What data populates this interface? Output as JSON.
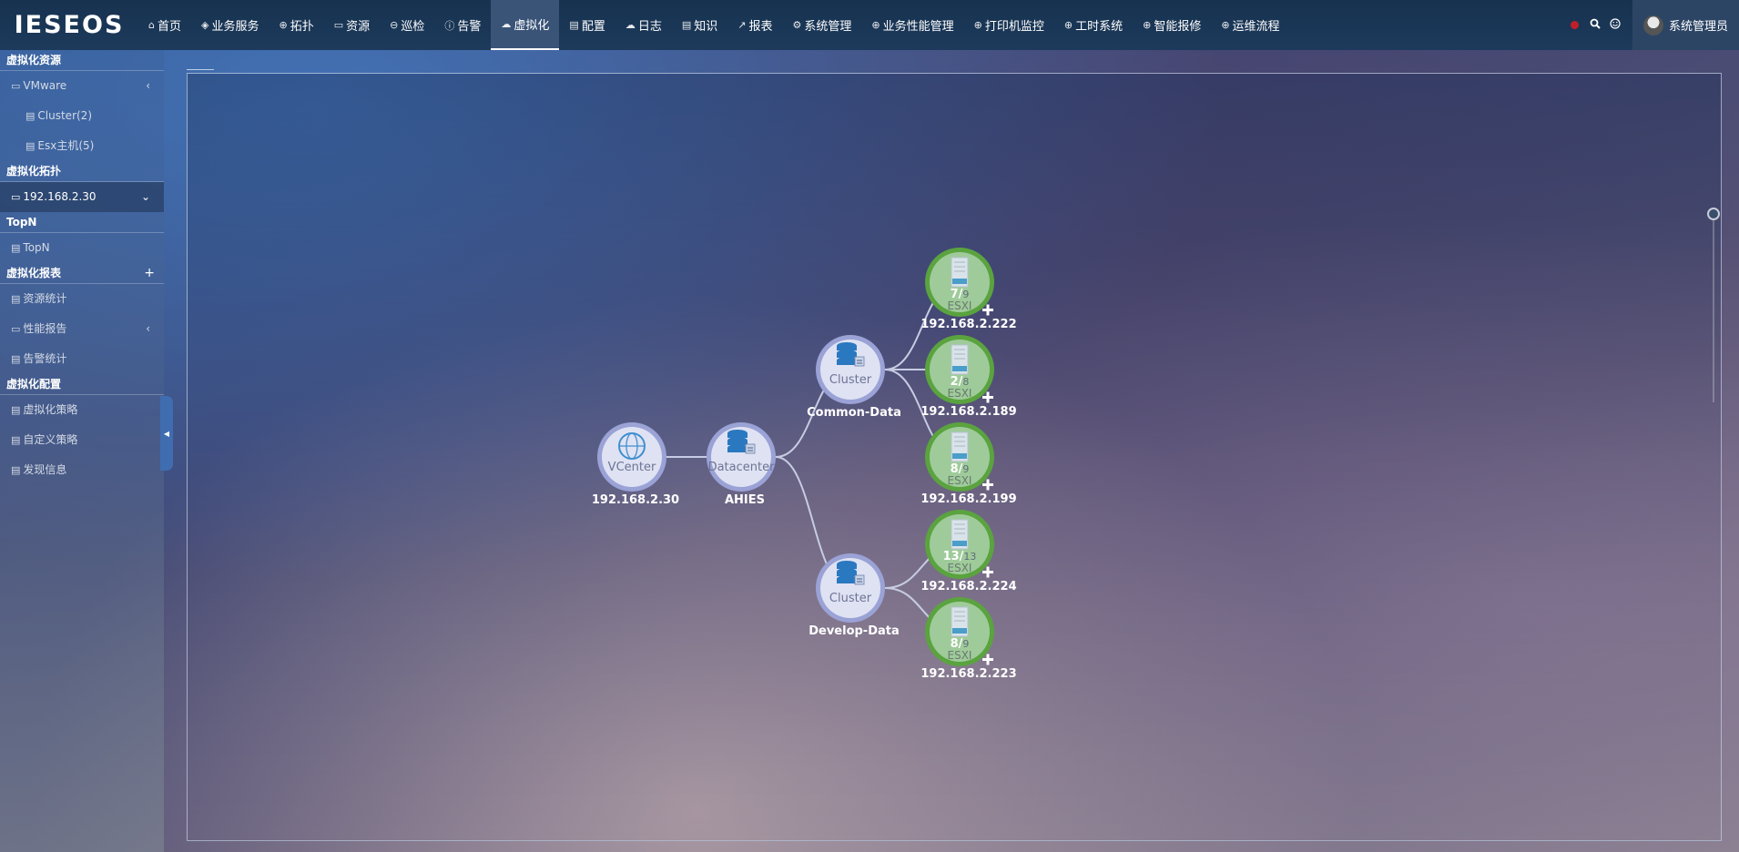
{
  "logo": "IESEOS",
  "nav": [
    {
      "label": "首页",
      "icon": "home-icon"
    },
    {
      "label": "业务服务",
      "icon": "layers-icon"
    },
    {
      "label": "拓扑",
      "icon": "globe-icon"
    },
    {
      "label": "资源",
      "icon": "monitor-icon"
    },
    {
      "label": "巡检",
      "icon": "minus-circle-icon"
    },
    {
      "label": "告警",
      "icon": "alert-icon"
    },
    {
      "label": "虚拟化",
      "icon": "cloud-icon",
      "active": true
    },
    {
      "label": "配置",
      "icon": "file-icon"
    },
    {
      "label": "日志",
      "icon": "cloud-icon"
    },
    {
      "label": "知识",
      "icon": "file-icon"
    },
    {
      "label": "报表",
      "icon": "chart-icon"
    },
    {
      "label": "系统管理",
      "icon": "gear-icon"
    },
    {
      "label": "业务性能管理",
      "icon": "globe-icon"
    },
    {
      "label": "打印机监控",
      "icon": "globe-icon"
    },
    {
      "label": "工时系统",
      "icon": "globe-icon"
    },
    {
      "label": "智能报修",
      "icon": "globe-icon"
    },
    {
      "label": "运维流程",
      "icon": "globe-icon"
    }
  ],
  "user": {
    "name": "系统管理员"
  },
  "sidebar": {
    "sections": [
      {
        "title": "虚拟化资源",
        "plus": "",
        "items": [
          {
            "label": "VMware",
            "level": 1,
            "icon": "monitor-icon",
            "arrow": "‹"
          },
          {
            "label": "Cluster(2)",
            "level": 2,
            "icon": "list-icon",
            "arrow": ""
          },
          {
            "label": "Esx主机(5)",
            "level": 2,
            "icon": "list-icon",
            "arrow": ""
          }
        ]
      },
      {
        "title": "虚拟化拓扑",
        "plus": "",
        "items": [
          {
            "label": "192.168.2.30",
            "level": 1,
            "icon": "monitor-icon",
            "arrow": "⌄",
            "selected": true
          }
        ]
      },
      {
        "title": "TopN",
        "plus": "",
        "items": [
          {
            "label": "TopN",
            "level": 1,
            "icon": "list-icon",
            "arrow": ""
          }
        ]
      },
      {
        "title": "虚拟化报表",
        "plus": "+",
        "items": [
          {
            "label": "资源统计",
            "level": 1,
            "icon": "list-icon",
            "arrow": ""
          },
          {
            "label": "性能报告",
            "level": 1,
            "icon": "monitor-icon",
            "arrow": "‹"
          },
          {
            "label": "告警统计",
            "level": 1,
            "icon": "list-icon",
            "arrow": ""
          }
        ]
      },
      {
        "title": "虚拟化配置",
        "plus": "",
        "items": [
          {
            "label": "虚拟化策略",
            "level": 1,
            "icon": "list-icon",
            "arrow": ""
          },
          {
            "label": "自定义策略",
            "level": 1,
            "icon": "list-icon",
            "arrow": ""
          },
          {
            "label": "发现信息",
            "level": 1,
            "icon": "list-icon",
            "arrow": ""
          }
        ]
      }
    ]
  },
  "topology": {
    "vcenter": {
      "type": "VCenter",
      "label": "192.168.2.30"
    },
    "datacenter": {
      "type": "Datacenter",
      "label": "AHIES"
    },
    "clusters": [
      {
        "type": "Cluster",
        "label": "Common-Data",
        "hosts": [
          {
            "ratio_num": "7",
            "ratio_den": "9",
            "type": "ESXI",
            "label": "192.168.2.222"
          },
          {
            "ratio_num": "2",
            "ratio_den": "8",
            "type": "ESXI",
            "label": "192.168.2.189"
          },
          {
            "ratio_num": "8",
            "ratio_den": "9",
            "type": "ESXI",
            "label": "192.168.2.199"
          }
        ]
      },
      {
        "type": "Cluster",
        "label": "Develop-Data",
        "hosts": [
          {
            "ratio_num": "13",
            "ratio_den": "13",
            "type": "ESXI",
            "label": "192.168.2.224"
          },
          {
            "ratio_num": "8",
            "ratio_den": "9",
            "type": "ESXI",
            "label": "192.168.2.223"
          }
        ]
      }
    ]
  },
  "colors": {
    "host_ring": "#5aa33f",
    "host_fill": "#9fcb9a",
    "node_ring": "#9aa2d6",
    "node_fill": "#dfe2f2",
    "link": "#c7cce3"
  }
}
